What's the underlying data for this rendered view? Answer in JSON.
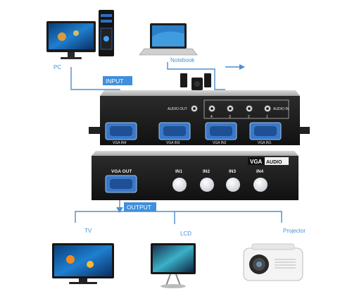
{
  "devices": {
    "pc": "PC",
    "notebook": "Notebook",
    "tv": "TV",
    "lcd": "LCD",
    "projector": "Projector",
    "speaker": "speaker-icon"
  },
  "callouts": {
    "input": "INPUT",
    "output": "OUTPUT"
  },
  "switch_rear": {
    "audio_out": "AUDIO OUT",
    "audio_in": "AUDIO IN",
    "audio_in_ports": [
      "4",
      "3",
      "2",
      "1"
    ],
    "vga_inputs": [
      "VGA IN4",
      "VGA IN3",
      "VGA IN2",
      "VGA IN1"
    ]
  },
  "switch_front": {
    "brand_vga": "VGA",
    "brand_audio": "AUDIO",
    "vga_out": "VGA OUT",
    "buttons": [
      "IN1",
      "IN2",
      "IN3",
      "IN4"
    ]
  },
  "colors": {
    "accent_blue": "#3f8fdc",
    "box_body": "#1c1c1c",
    "port_blue": "#3a78c8"
  }
}
